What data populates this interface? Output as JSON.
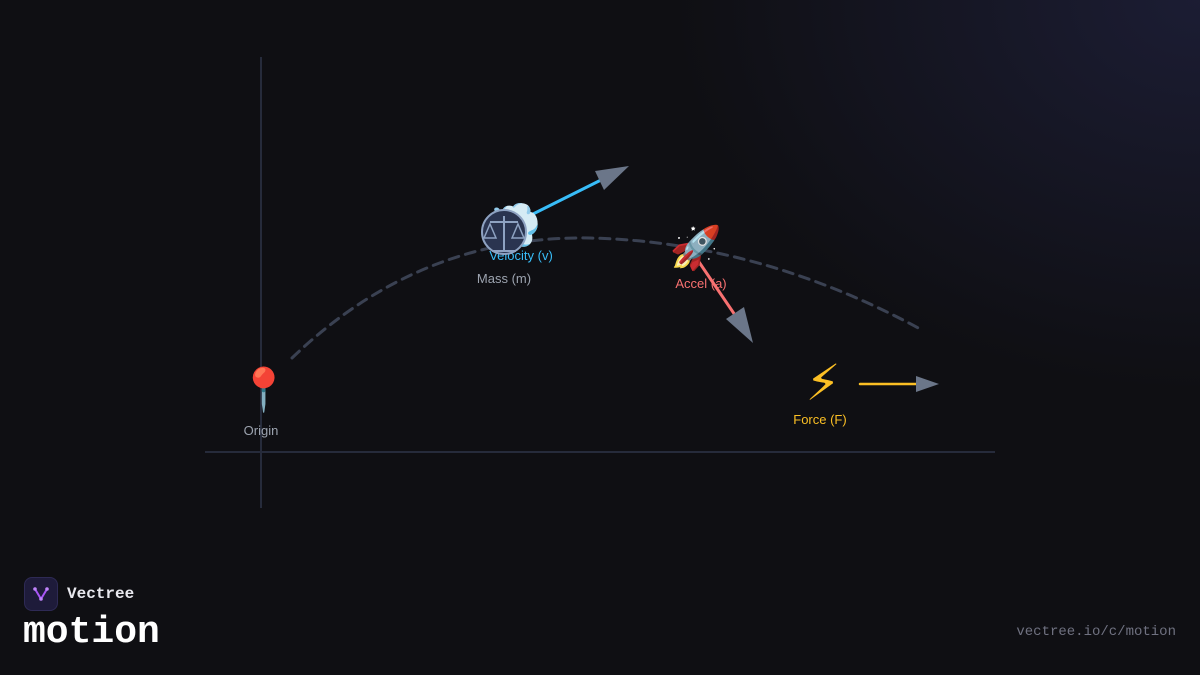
{
  "nodes": [
    {
      "id": "origin",
      "label": "Origin",
      "icon": "map-pin-icon",
      "glyph": "📍",
      "color": "#9ca3af"
    },
    {
      "id": "mass",
      "label": "Mass (m)",
      "icon": "balance-scale-icon",
      "glyph": "⚖",
      "color": "#9ca3af"
    },
    {
      "id": "velocity",
      "label": "Velocity (v)",
      "icon": "wind-cloud-icon",
      "glyph": "💨",
      "color": "#38bdf8"
    },
    {
      "id": "accel",
      "label": "Accel (a)",
      "icon": "rocket-icon",
      "glyph": "🚀",
      "color": "#f87171"
    },
    {
      "id": "force",
      "label": "Force (F)",
      "icon": "lightning-icon",
      "glyph": "⚡",
      "color": "#fbbf24"
    }
  ],
  "colors": {
    "axis": "#262b3b",
    "trajectory": "#3a4152",
    "arrowhead": "#6b7689",
    "velocity": "#38bdf8",
    "accel": "#f87171",
    "force": "#fbbf24"
  },
  "brand": {
    "name": "Vectree",
    "logo_icon": "vectree-logo-icon"
  },
  "footer": {
    "title": "motion",
    "url": "vectree.io/c/motion"
  }
}
